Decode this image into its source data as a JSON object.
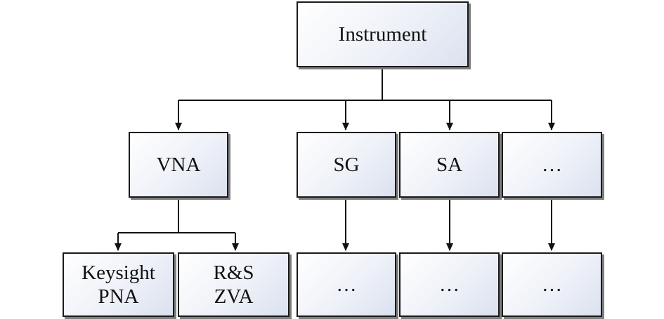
{
  "diagram": {
    "root": {
      "label": "Instrument"
    },
    "categories": [
      {
        "label": "VNA"
      },
      {
        "label": "SG"
      },
      {
        "label": "SA"
      },
      {
        "label": "…"
      }
    ],
    "vna_children": [
      {
        "line1": "Keysight",
        "line2": "PNA"
      },
      {
        "line1": "R&S",
        "line2": "ZVA"
      }
    ],
    "leaves": [
      {
        "label": "…"
      },
      {
        "label": "…"
      },
      {
        "label": "…"
      }
    ]
  }
}
